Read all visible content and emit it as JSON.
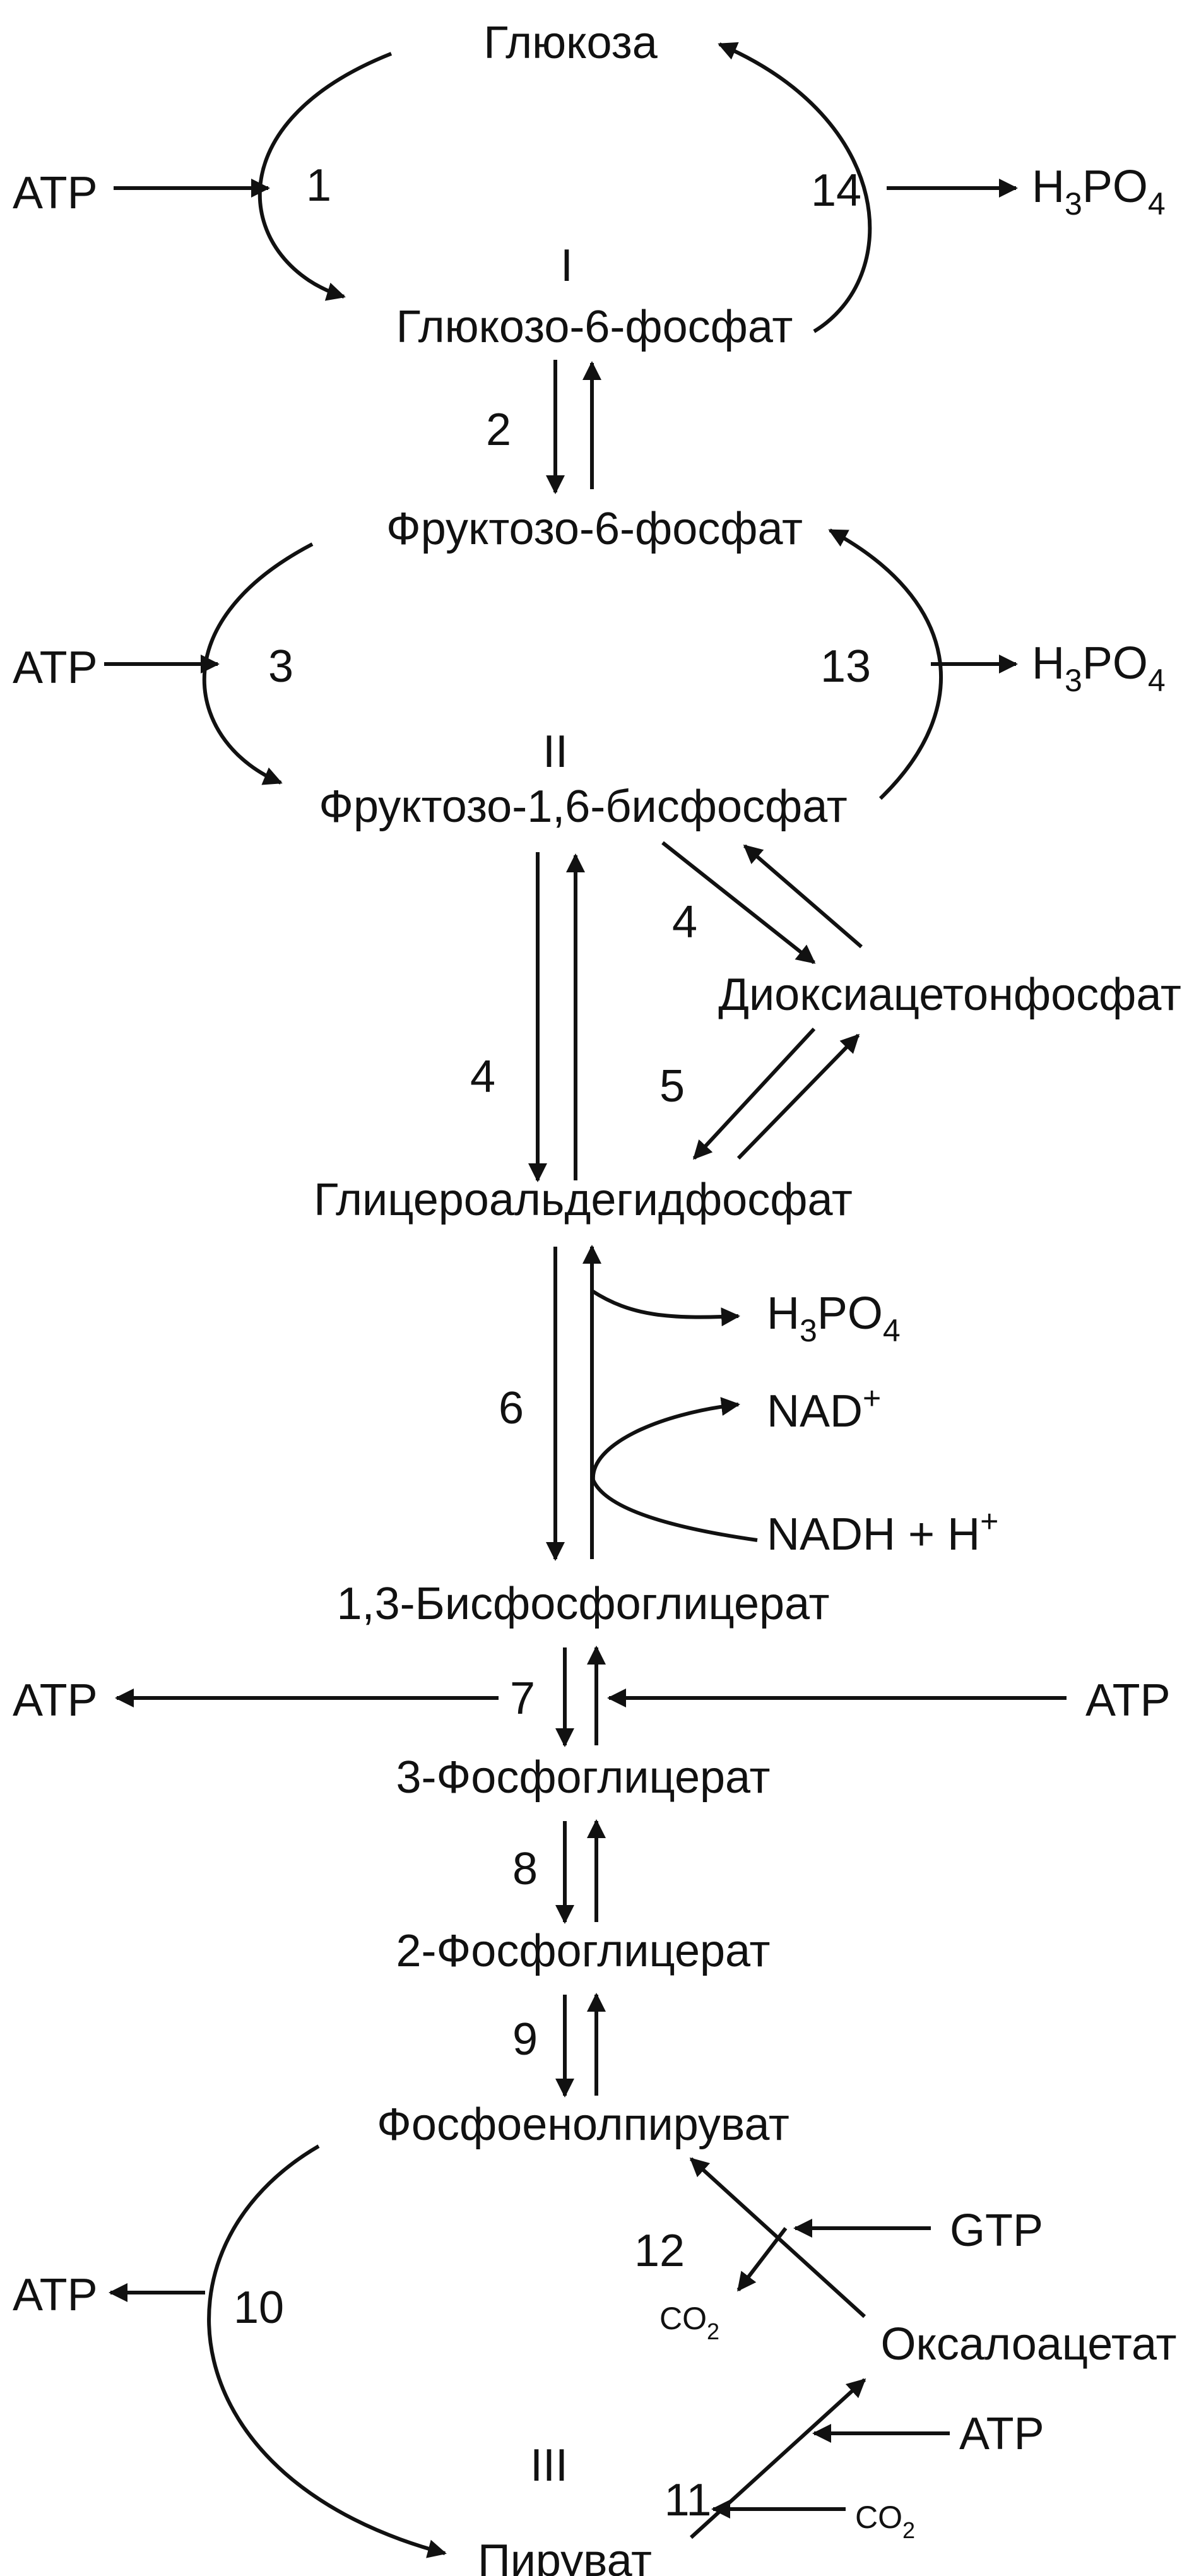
{
  "metabolites": {
    "glucose": "Глюкоза",
    "g6p": "Глюкозо-6-фосфат",
    "f6p": "Фруктозо-6-фосфат",
    "f16bp": "Фруктозо-1,6-бисфосфат",
    "dhap": "Диоксиацетонфосфат",
    "gap": "Глицероальдегидфосфат",
    "bpg13": "1,3-Бисфосфоглицерат",
    "pg3": "3-Фосфоглицерат",
    "pg2": "2-Фосфоглицерат",
    "pep": "Фосфоенолпируват",
    "oaa": "Оксалоацетат",
    "pyruvate": "Пируват"
  },
  "reaction_numbers": {
    "r1": "1",
    "r14": "14",
    "r2": "2",
    "r3": "3",
    "r13": "13",
    "r4_upper": "4",
    "r4_left": "4",
    "r5": "5",
    "r6": "6",
    "r7": "7",
    "r8": "8",
    "r9": "9",
    "r10": "10",
    "r12": "12",
    "r11": "11"
  },
  "cycle_labels": {
    "c1": "I",
    "c2": "II",
    "c3": "III"
  },
  "cofactors": {
    "atp_1": "ATP",
    "atp_3": "ATP",
    "h3po4_14": {
      "base": "H",
      "sub1": "3",
      "mid": "PO",
      "sub2": "4"
    },
    "h3po4_13": {
      "base": "H",
      "sub1": "3",
      "mid": "PO",
      "sub2": "4"
    },
    "h3po4_6": {
      "base": "H",
      "sub1": "3",
      "mid": "PO",
      "sub2": "4"
    },
    "nad": {
      "base": "NAD",
      "sup": "+"
    },
    "nadh": {
      "base": "NADH + H",
      "sup": "+"
    },
    "atp_7_out": "ATP",
    "atp_7_in": "ATP",
    "atp_10": "ATP",
    "gtp_12": "GTP",
    "co2_12": {
      "base": "CO",
      "sub": "2"
    },
    "atp_11": "ATP",
    "co2_11": {
      "base": "CO",
      "sub": "2"
    }
  }
}
